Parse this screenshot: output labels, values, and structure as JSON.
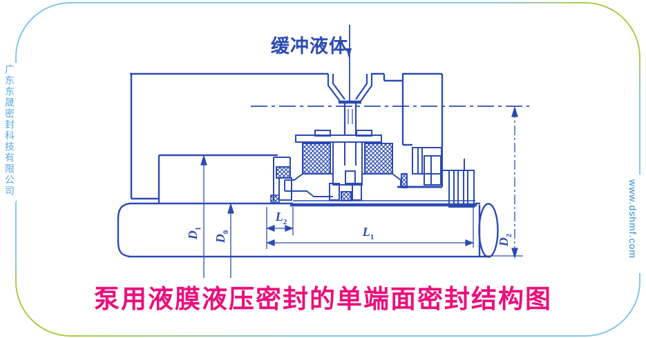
{
  "branding": {
    "company_vertical": "广东东晟密封科技有限公司",
    "website": "www.dshmf.com"
  },
  "diagram": {
    "inlet_label": "缓冲液体",
    "dimension_labels": {
      "d1": {
        "main": "D",
        "sub": "1"
      },
      "d0": {
        "main": "D",
        "sub": "0"
      },
      "l2": {
        "main": "L",
        "sub": "2"
      },
      "l1": {
        "main": "L",
        "sub": "1"
      },
      "d2": {
        "main": "D",
        "sub": "2"
      }
    }
  },
  "caption": {
    "text": "泵用液膜液压密封的单端面密封结构图"
  },
  "colors": {
    "diagram_line": "#2b4ab2",
    "caption_pink": "#ea0f7c",
    "company_text": "#58a8de",
    "website_text": "#2f8ed8",
    "frame_blue": "#85c6ec",
    "frame_green": "#a9cc4a"
  }
}
